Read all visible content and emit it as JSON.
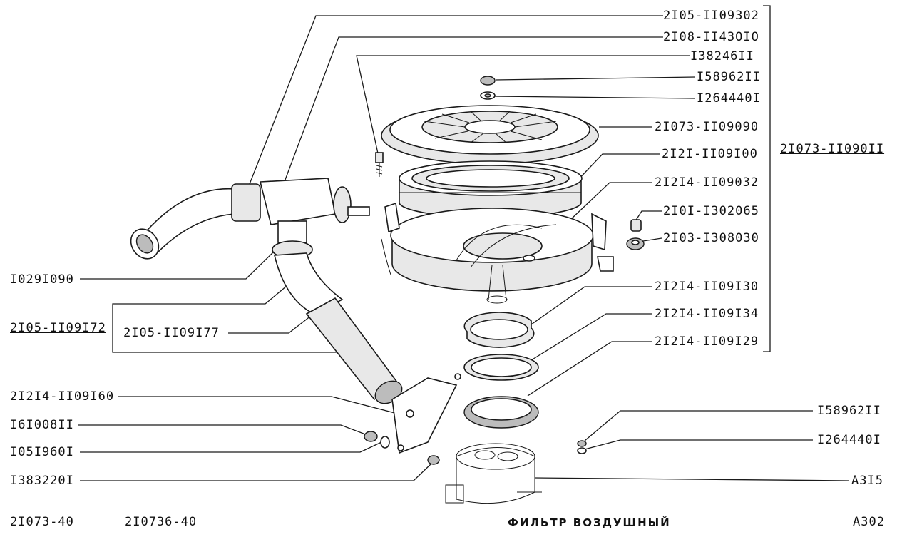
{
  "labels": {
    "l_2105_1109302": "2I05-II09302",
    "l_2108_114310": "2I08-II43OIO",
    "l_13824611": "I38246II",
    "l_15896211_a": "I58962II",
    "l_12644401_a": "I264440I",
    "l_21073_1109090": "2I073-II09090",
    "l_2121_1109100": "2I2I-II09I00",
    "l_21214_1109032": "2I2I4-II09032",
    "l_2101_1302065": "2I0I-I302065",
    "l_2103_1308030": "2I03-I308030",
    "l_21214_1109130": "2I2I4-II09I30",
    "l_21214_1109134": "2I2I4-II09I34",
    "l_21214_1109129": "2I2I4-II09I29",
    "l_21073_110901": "2I073-II090II",
    "l_10291090": "I029I090",
    "l_2105_1109172": "2I05-II09I72",
    "l_2105_1109177": "2I05-II09I77",
    "l_21214_1109160": "2I2I4-II09I60",
    "l_16100811": "I6I008II",
    "l_10519601": "I05I960I",
    "l_13832201": "I383220I",
    "l_15896211_b": "I58962II",
    "l_12644401_b": "I264440I",
    "l_a315": "A3I5"
  },
  "footer": {
    "code_left": "2I073-40",
    "code_mid": "2I0736-40",
    "title": "ФИЛЬТР   ВОЗДУШНЫЙ",
    "page": "A302"
  }
}
